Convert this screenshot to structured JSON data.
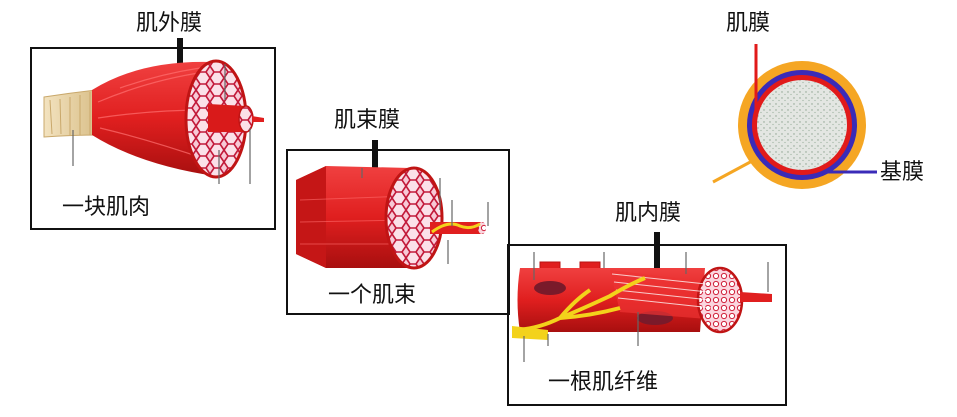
{
  "diagram": {
    "whole_muscle": {
      "membrane_label": "肌外膜",
      "caption": "一块肌肉"
    },
    "fascicle": {
      "membrane_label": "肌束膜",
      "caption": "一个肌束"
    },
    "fiber": {
      "membrane_label": "肌内膜",
      "caption": "一根肌纤维"
    },
    "cross_section": {
      "top_label": "肌膜",
      "right_label": "基膜"
    }
  },
  "colors": {
    "muscle_red": "#e01f1f",
    "muscle_dark": "#b81313",
    "tendon": "#e8d3a6",
    "nerve_yellow": "#f3d21b",
    "basement_purple": "#3a2bb8",
    "outer_orange": "#f5a623",
    "sarcolemma_red": "#e11a1a",
    "cytoplasm_gray": "#dfe3df"
  }
}
